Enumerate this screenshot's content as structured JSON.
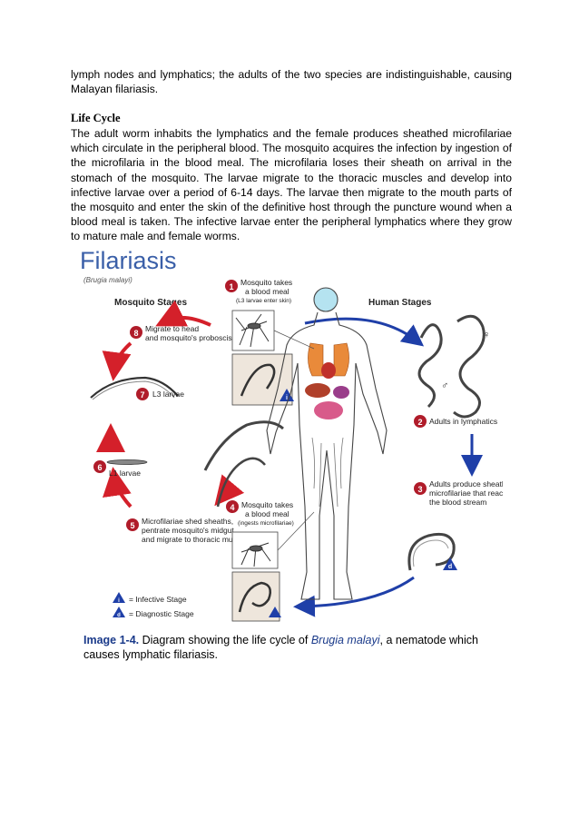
{
  "intro_paragraph": "lymph nodes and lymphatics; the adults of the two species are indistinguishable, causing Malayan filariasis.",
  "section_heading": "Life Cycle",
  "life_cycle_paragraph": "The adult worm inhabits the lymphatics and the female produces sheathed microfilariae which circulate in the peripheral blood. The mosquito acquires the infection by ingestion of the microfilaria in the blood meal. The microfilaria loses their sheath on arrival in the stomach of the mosquito. The larvae migrate to the thoracic muscles and develop into infective larvae over a period of 6-14 days. The larvae then migrate to the mouth parts of the mosquito and enter the skin of the definitive host through the puncture wound when a blood meal is taken. The infective larvae enter the peripheral lymphatics where they grow to mature male and female worms.",
  "figure": {
    "title": "Filariasis",
    "subtitle": "(Brugia malayi)",
    "mosquito_stages": "Mosquito Stages",
    "human_stages": "Human Stages",
    "step1_line1": "Mosquito takes",
    "step1_line2": "a blood meal",
    "step1_line3": "(L3 larvae enter skin)",
    "step2": "Adults in lymphatics",
    "step3_line1": "Adults produce sheathed",
    "step3_line2": "microfilariae that reach",
    "step3_line3": "the blood stream",
    "step4_line1": "Mosquito takes",
    "step4_line2": "a blood meal",
    "step4_line3": "(ingests microfilariae)",
    "step5_line1": "Microfilariae shed sheaths,",
    "step5_line2": "pentrate mosquito's midgut,",
    "step5_line3": "and migrate to thoracic muscles",
    "step6": "L1 larvae",
    "step7": "L3 larvae",
    "step8_line1": "Migrate to head",
    "step8_line2": "and mosquito's proboscis",
    "legend_infective": "= Infective Stage",
    "legend_diagnostic": "= Diagnostic Stage",
    "num1": "1",
    "num2": "2",
    "num3": "3",
    "num4": "4",
    "num5": "5",
    "num6": "6",
    "num7": "7",
    "num8": "8",
    "infective_symbol": "i",
    "diagnostic_symbol": "d",
    "female_symbol": "♀",
    "male_symbol": "♂"
  },
  "caption": {
    "label": "Image 1-4.",
    "text_before": " Diagram showing the life cycle of ",
    "species": "Brugia malayi",
    "text_after": ", a nematode which causes lymphatic filariasis."
  },
  "colors": {
    "title_blue": "#3a5fa8",
    "step_circle": "#b01c2a",
    "arrow_red": "#d4202a",
    "arrow_blue": "#1f3fa8",
    "caption_blue": "#1a3a8a"
  }
}
